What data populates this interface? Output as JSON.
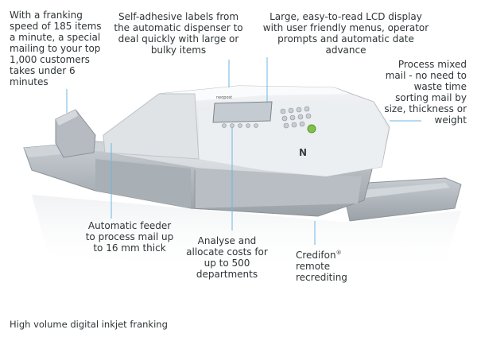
{
  "callouts": {
    "speed": "With a franking speed of 185 items a minute, a special mailing to your top 1,000 customers takes under 6 minutes",
    "labels": "Self-adhesive labels from the automatic dispenser to deal quickly with large or bulky items",
    "lcd": "Large, easy-to-read LCD display with user friendly menus, operator prompts and automatic date advance",
    "process": "Process mixed mail - no need to waste time sorting mail by size, thickness or weight",
    "feeder": "Automatic feeder to process mail up to 16 mm thick",
    "analyse": "Analyse and allocate costs for up to 500 departments",
    "credifon_name": "Credifon",
    "credifon_mark": "®",
    "credifon_rest": "remote recrediting"
  },
  "footer": "High volume digital inkjet franking",
  "machine": {
    "brand_label": "neopost",
    "logo_letter": "N",
    "colors": {
      "body": "#e4e7ea",
      "tray": "#b3b9be",
      "leader": "#6cb6e6",
      "button_green": "#7fc24a"
    }
  }
}
